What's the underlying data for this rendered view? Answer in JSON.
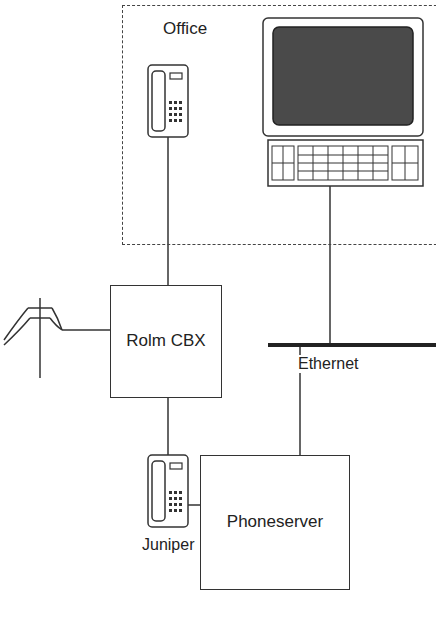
{
  "diagram": {
    "nodes": [
      {
        "text": [
          "Office"
        ]
      },
      {
        "text": [
          "Rolm CBX"
        ]
      },
      {
        "text": [
          "Phoneserver"
        ]
      }
    ],
    "edges": [
      {
        "from": 0,
        "to": 1,
        "arrow": "none"
      }
    ],
    "labels": [
      "Ethernet",
      "Juniper"
    ]
  }
}
